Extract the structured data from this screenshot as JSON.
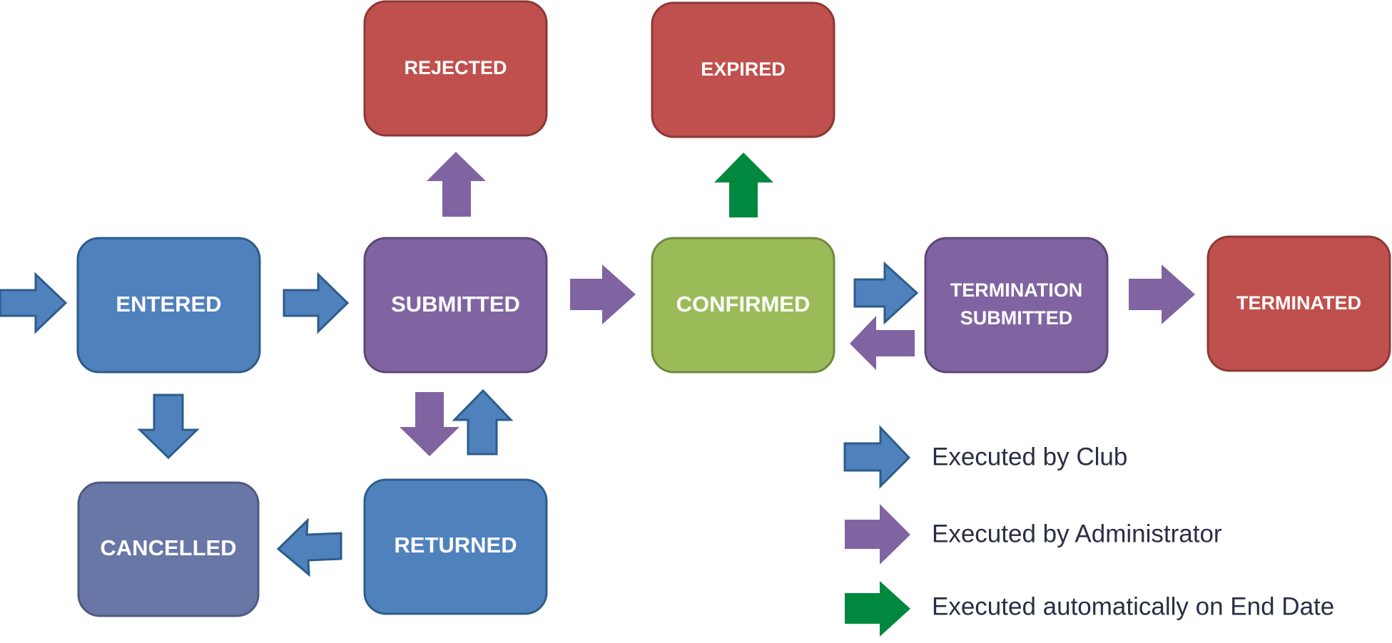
{
  "colors": {
    "club": "#4f81bd",
    "club_stroke": "#2d5c8a",
    "administrator": "#8064a2",
    "administrator_stroke": "#5c4776",
    "automatic": "#00883e",
    "automatic_stroke": "#006a30",
    "red_state": "#c0504d",
    "red_state_stroke": "#8c3836",
    "green_state": "#9bbb59",
    "green_state_stroke": "#71893f",
    "cancelled_state": "#6877a6",
    "cancelled_state_stroke": "#4e5a80",
    "legend_text": "#2a2f45"
  },
  "states": {
    "rejected": "REJECTED",
    "expired": "EXPIRED",
    "entered": "ENTERED",
    "submitted": "SUBMITTED",
    "confirmed": "CONFIRMED",
    "termination_submitted_line1": "TERMINATION",
    "termination_submitted_line2": "SUBMITTED",
    "terminated": "TERMINATED",
    "cancelled": "CANCELLED",
    "returned": "RETURNED"
  },
  "legend": {
    "club": "Executed by Club",
    "administrator": "Executed by Administrator",
    "automatic": "Executed automatically on End Date"
  }
}
